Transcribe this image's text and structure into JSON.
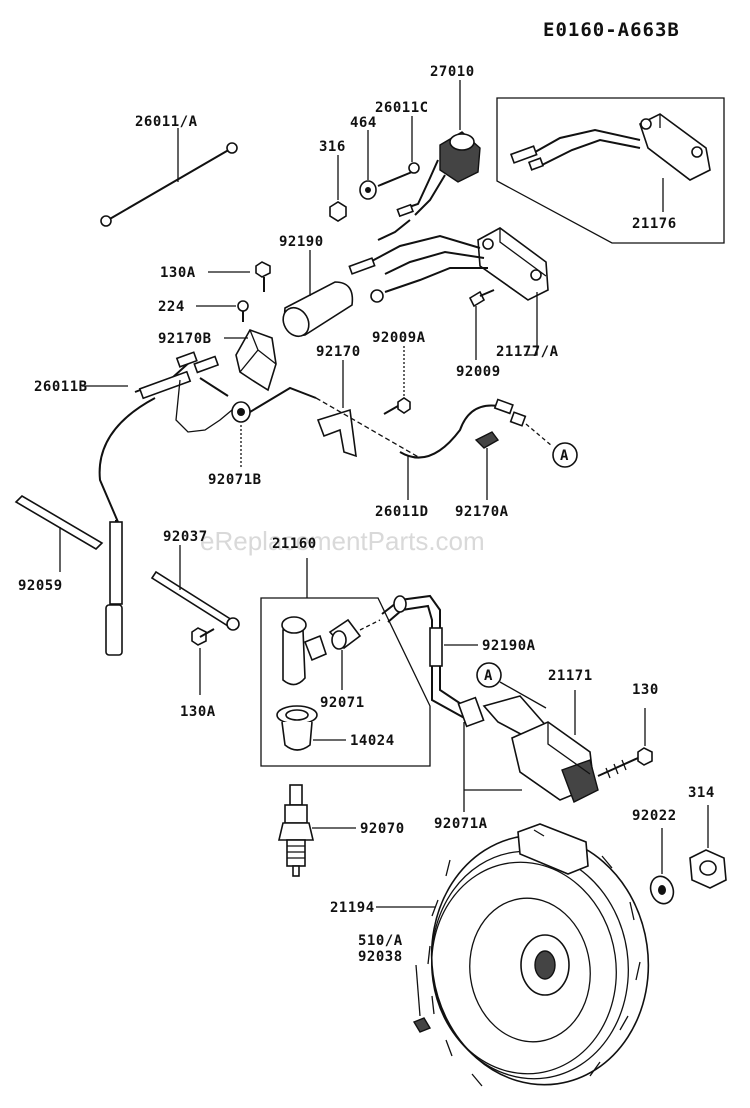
{
  "diagram_code": "E0160-A663B",
  "watermark": "eReplacementParts.com",
  "callout_marker": "A",
  "parts": {
    "p26011A": "26011/A",
    "p27010": "27010",
    "p26011C": "26011C",
    "p464": "464",
    "p316": "316",
    "p21176": "21176",
    "p92190": "92190",
    "p130A_top": "130A",
    "p224": "224",
    "p92170B": "92170B",
    "p92009A": "92009A",
    "p92170": "92170",
    "p21177A": "21177/A",
    "p92009": "92009",
    "p26011B": "26011B",
    "p92071B": "92071B",
    "p26011D": "26011D",
    "p92170A": "92170A",
    "p92037": "92037",
    "p21160": "21160",
    "p92059": "92059",
    "p92190A": "92190A",
    "p130A_bottom": "130A",
    "p92071": "92071",
    "p21171": "21171",
    "p130": "130",
    "p14024": "14024",
    "p92071A": "92071A",
    "p92070": "92070",
    "p92022": "92022",
    "p314": "314",
    "p21194": "21194",
    "p510A": "510/A",
    "p92038": "92038"
  }
}
